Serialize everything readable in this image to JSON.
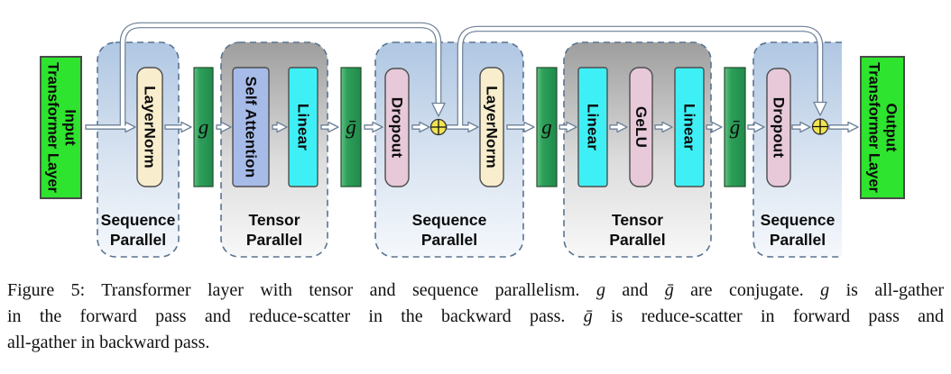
{
  "colors": {
    "sequence_region_top": "#b0c7e3",
    "sequence_region_bottom": "#f5f8fc",
    "tensor_region_top": "#9e9e9e",
    "tensor_region_bottom": "#f8f8f8",
    "io_box_green": "#2ee42e",
    "gather_block_green": "#2da05a",
    "layernorm_cream": "#f8edcc",
    "self_attention_blue": "#a7bbe9",
    "linear_cyan": "#3ef0f5",
    "dropout_gelu_pink": "#e7c9d9",
    "add_circle_yellow": "#f2e44f",
    "arrow_outline": "#6b7f96",
    "dashed_border": "#5a7390"
  },
  "icons": {
    "add": "circled-plus"
  },
  "diagram": {
    "io": {
      "input_lines": [
        "Transformer Layer",
        "Input"
      ],
      "output_lines": [
        "Transformer Layer",
        "Output"
      ]
    },
    "ops": {
      "g": "g",
      "g_bar": "ḡ"
    },
    "block_labels": {
      "layernorm": "LayerNorm",
      "self_attention": "Self Attention",
      "linear": "Linear",
      "dropout": "Dropout",
      "gelu": "GeLU"
    },
    "region_labels": {
      "sequence": [
        "Sequence",
        "Parallel"
      ],
      "tensor": [
        "Tensor",
        "Parallel"
      ]
    }
  },
  "caption": {
    "lines": [
      [
        {
          "text": "Figure 5: Transformer layer with tensor and sequence parallelism. ",
          "italic": false
        },
        {
          "text": "g",
          "italic": true
        },
        {
          "text": " and ",
          "italic": false
        },
        {
          "text": "ḡ",
          "italic": true
        },
        {
          "text": " are conjugate. ",
          "italic": false
        },
        {
          "text": "g",
          "italic": true
        },
        {
          "text": " is all-gather",
          "italic": false
        }
      ],
      [
        {
          "text": "in the forward pass and reduce-scatter in the backward pass. ",
          "italic": false
        },
        {
          "text": "ḡ",
          "italic": true
        },
        {
          "text": " is reduce-scatter in forward pass and",
          "italic": false
        }
      ],
      [
        {
          "text": "all-gather in backward pass.",
          "italic": false
        }
      ]
    ]
  }
}
